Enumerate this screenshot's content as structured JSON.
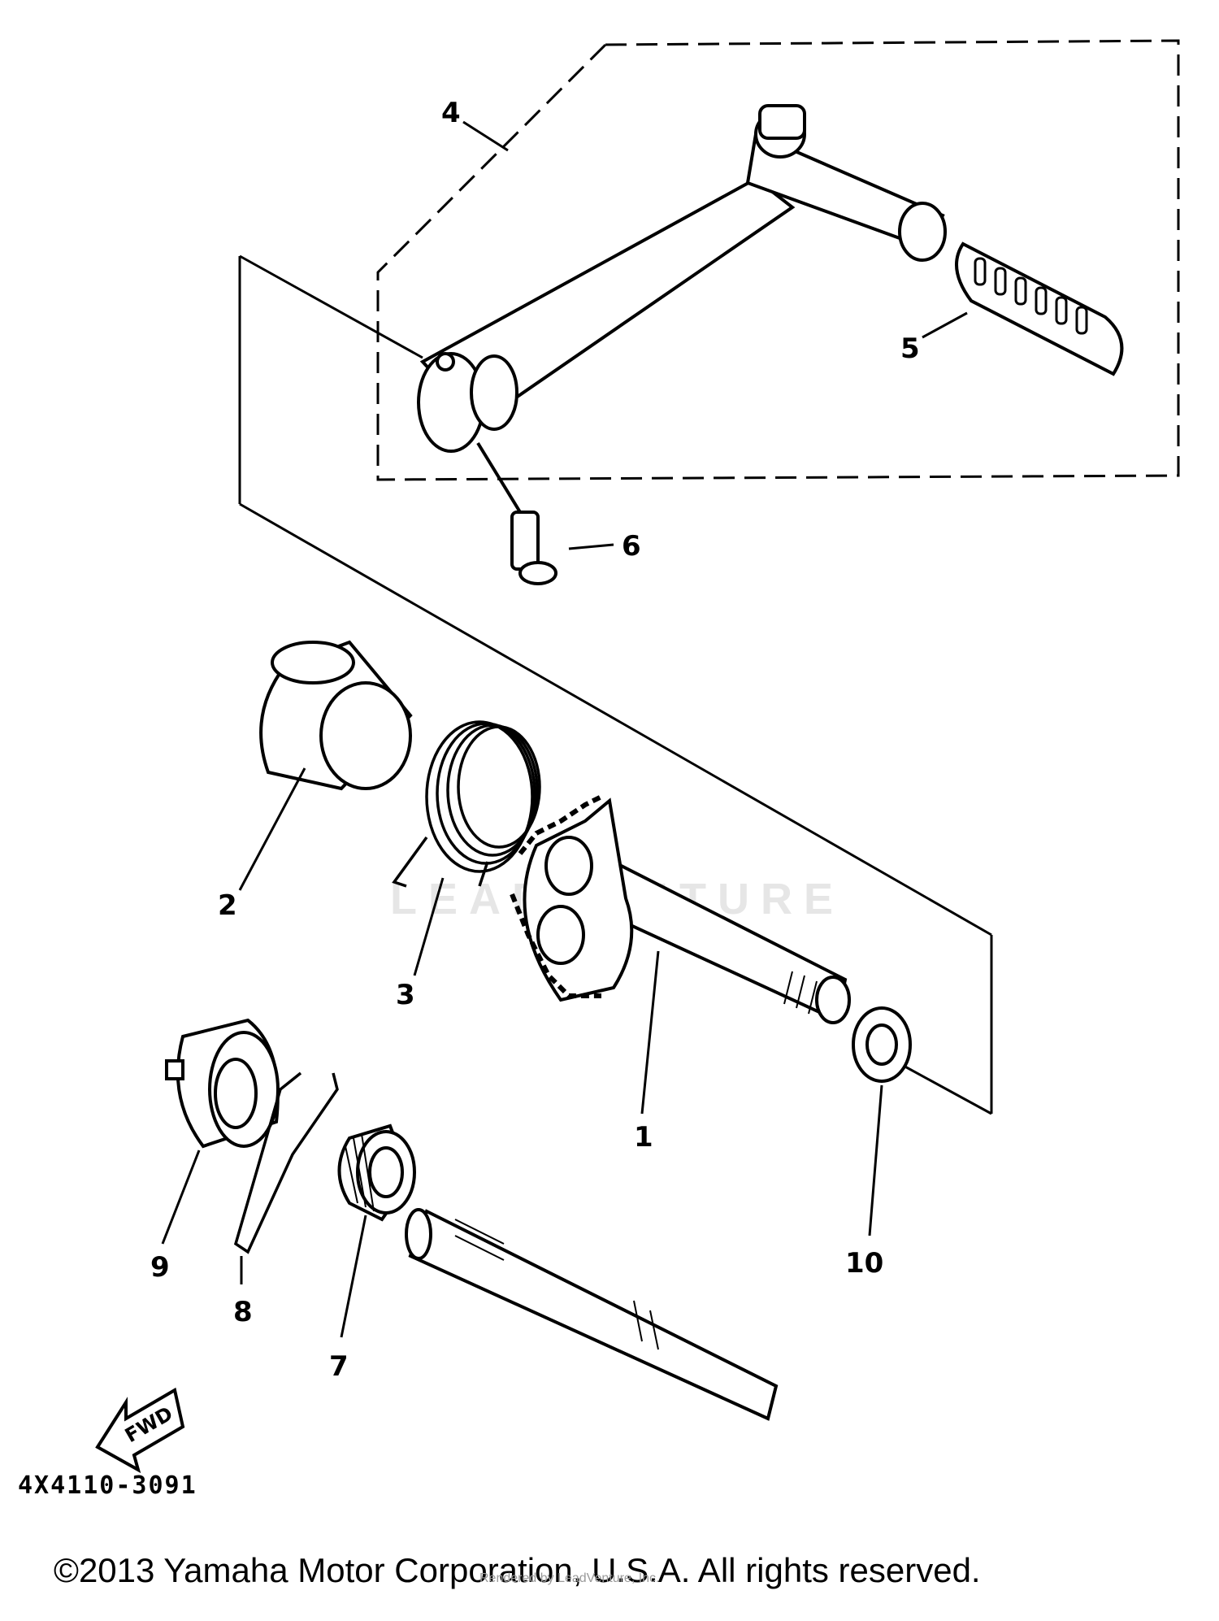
{
  "callouts": [
    "1",
    "2",
    "3",
    "4",
    "5",
    "6",
    "7",
    "8",
    "9",
    "10"
  ],
  "fwd_label": "FWD",
  "drawing_number": "4X4110-3091",
  "copyright": "©2013 Yamaha Motor Corporation, U.S.A. All rights reserved.",
  "rendered_by": "Rendered by LeadVenture, Inc.",
  "watermark": "LEADVENTURE"
}
